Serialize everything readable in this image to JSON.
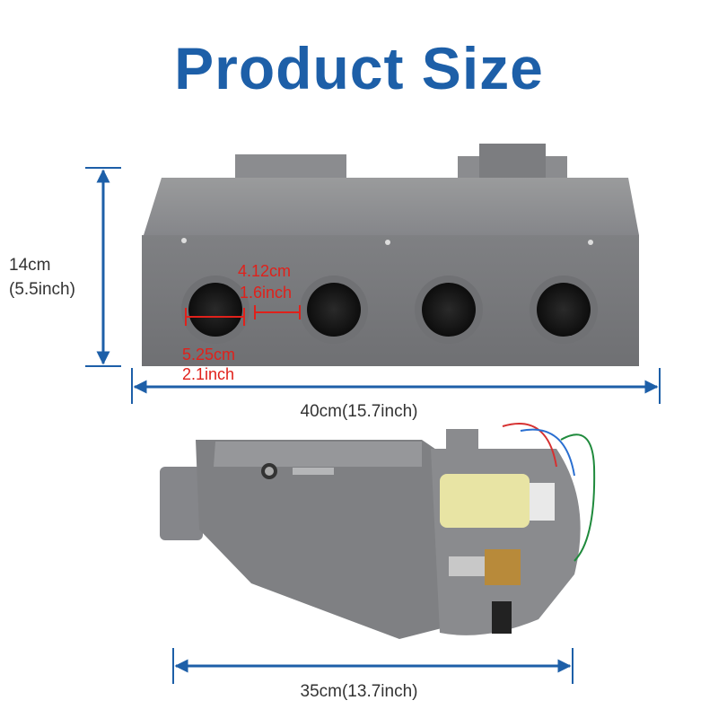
{
  "title": "Product Size",
  "height": {
    "cm": "14cm",
    "inch": "(5.5inch)"
  },
  "width_top": "40cm(15.7inch)",
  "outlet_gap": {
    "cm": "4.12cm",
    "inch": "1.6inch"
  },
  "outlet_dia": {
    "cm": "5.25cm",
    "inch": "2.1inch"
  },
  "width_bottom": "35cm(13.7inch)",
  "colors": {
    "title": "#1d5fa8",
    "arrow": "#1d5fa8",
    "red": "#e0211b",
    "body": "#7a7b7c"
  }
}
